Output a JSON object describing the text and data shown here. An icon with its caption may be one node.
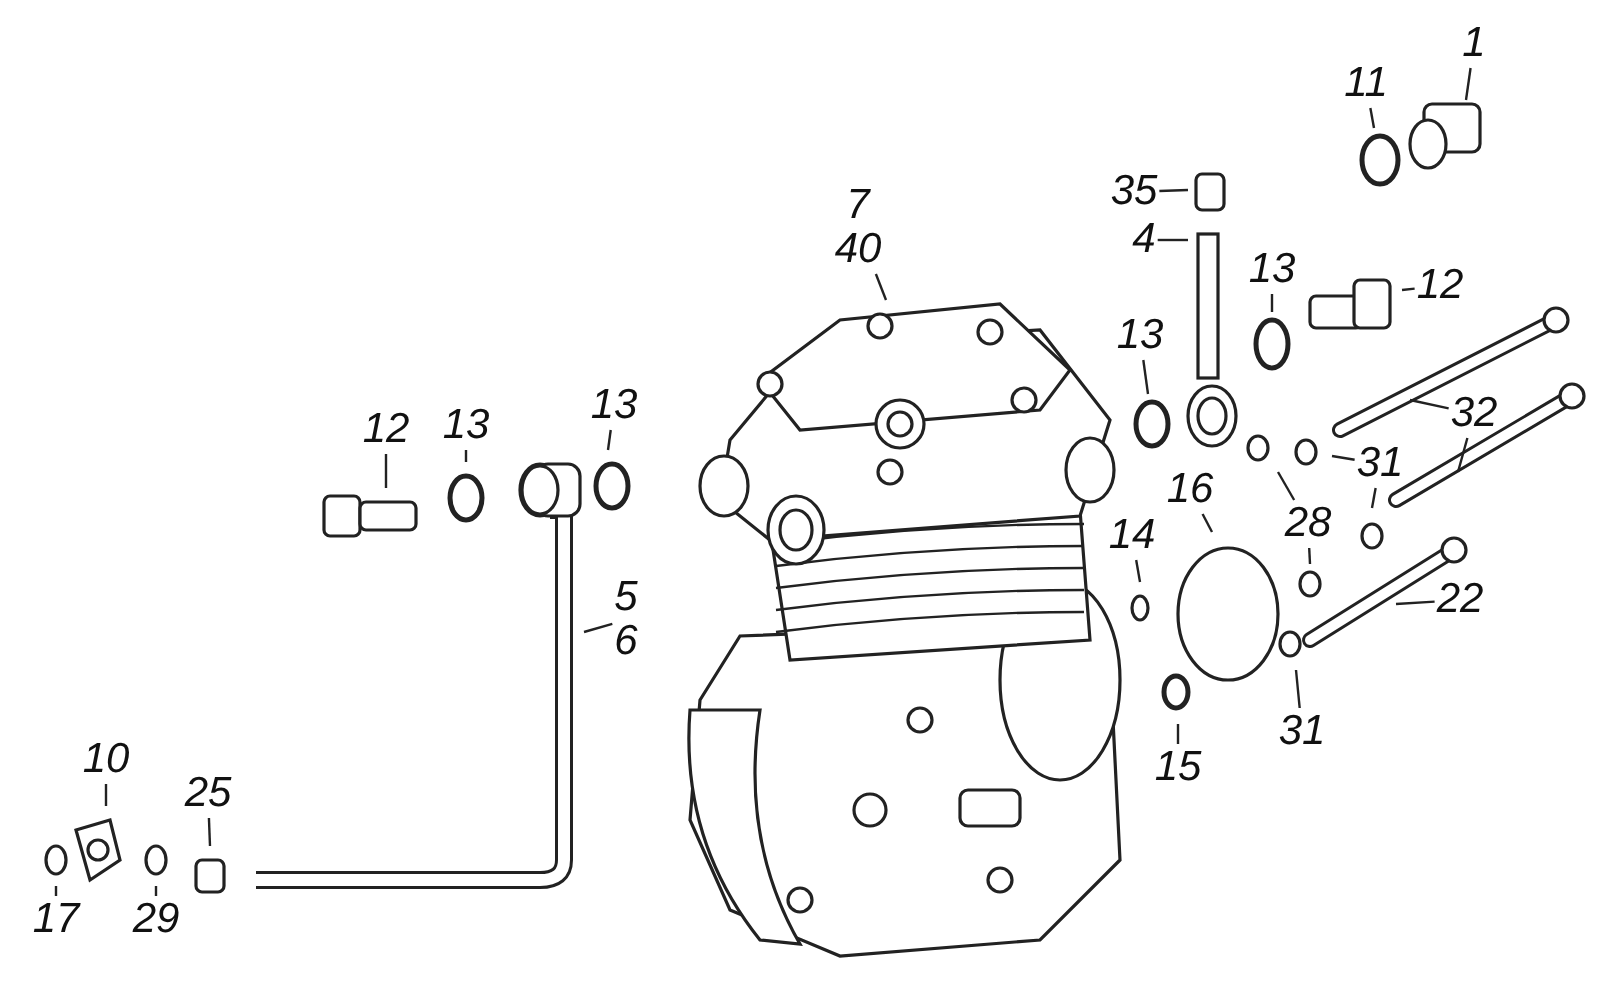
{
  "diagram": {
    "nodes": [
      {
        "text": [
          "1"
        ]
      },
      {
        "text": [
          "11"
        ]
      },
      {
        "text": [
          "35"
        ]
      },
      {
        "text": [
          "4"
        ]
      },
      {
        "text": [
          "7",
          "40"
        ]
      },
      {
        "text": [
          "13"
        ]
      },
      {
        "text": [
          "12"
        ]
      },
      {
        "text": [
          "13"
        ]
      },
      {
        "text": [
          "32"
        ]
      },
      {
        "text": [
          "31"
        ]
      },
      {
        "text": [
          "16"
        ]
      },
      {
        "text": [
          "28"
        ]
      },
      {
        "text": [
          "14"
        ]
      },
      {
        "text": [
          "22"
        ]
      },
      {
        "text": [
          "31"
        ]
      },
      {
        "text": [
          "15"
        ]
      },
      {
        "text": [
          "12"
        ]
      },
      {
        "text": [
          "13"
        ]
      },
      {
        "text": [
          "13"
        ]
      },
      {
        "text": [
          "5",
          "6"
        ]
      },
      {
        "text": [
          "10"
        ]
      },
      {
        "text": [
          "25"
        ]
      },
      {
        "text": [
          "17"
        ]
      },
      {
        "text": [
          "29"
        ]
      }
    ],
    "edges": [
      {
        "from": 0,
        "to": null,
        "arrow": "none"
      },
      {
        "from": 1,
        "to": null,
        "arrow": "none"
      },
      {
        "from": 2,
        "to": null,
        "arrow": "none"
      },
      {
        "from": 3,
        "to": null,
        "arrow": "none"
      },
      {
        "from": 4,
        "to": null,
        "arrow": "none"
      },
      {
        "from": 5,
        "to": null,
        "arrow": "none"
      },
      {
        "from": 6,
        "to": null,
        "arrow": "none"
      },
      {
        "from": 7,
        "to": null,
        "arrow": "none"
      },
      {
        "from": 8,
        "to": null,
        "arrow": "none"
      },
      {
        "from": 8,
        "to": null,
        "arrow": "none"
      },
      {
        "from": 9,
        "to": null,
        "arrow": "none"
      },
      {
        "from": 9,
        "to": null,
        "arrow": "none"
      },
      {
        "from": 10,
        "to": null,
        "arrow": "none"
      },
      {
        "from": 11,
        "to": null,
        "arrow": "none"
      },
      {
        "from": 11,
        "to": null,
        "arrow": "none"
      },
      {
        "from": 12,
        "to": null,
        "arrow": "none"
      },
      {
        "from": 13,
        "to": null,
        "arrow": "none"
      },
      {
        "from": 14,
        "to": null,
        "arrow": "none"
      },
      {
        "from": 15,
        "to": null,
        "arrow": "none"
      },
      {
        "from": 16,
        "to": null,
        "arrow": "none"
      },
      {
        "from": 17,
        "to": null,
        "arrow": "none"
      },
      {
        "from": 18,
        "to": null,
        "arrow": "none"
      },
      {
        "from": 19,
        "to": null,
        "arrow": "none"
      },
      {
        "from": 20,
        "to": null,
        "arrow": "none"
      },
      {
        "from": 21,
        "to": null,
        "arrow": "none"
      },
      {
        "from": 22,
        "to": null,
        "arrow": "none"
      },
      {
        "from": 23,
        "to": null,
        "arrow": "none"
      }
    ]
  }
}
